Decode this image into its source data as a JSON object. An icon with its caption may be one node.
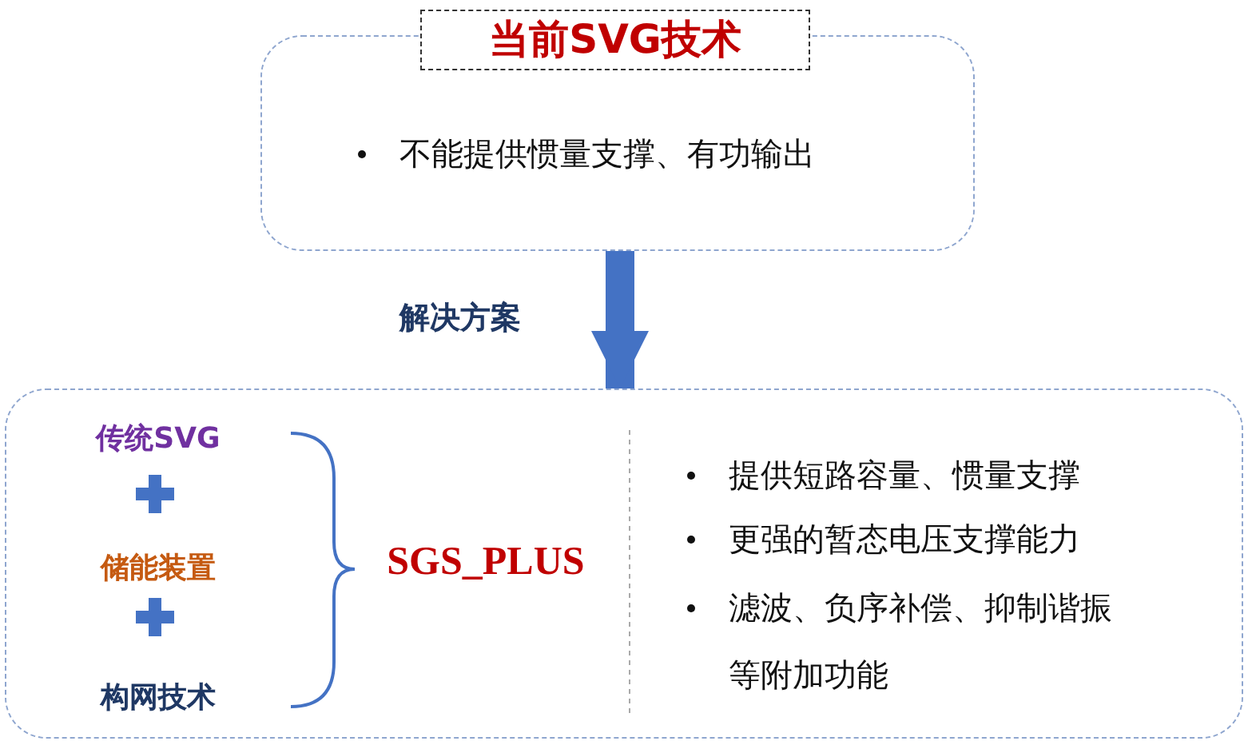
{
  "diagram": {
    "nodes": [
      {
        "text": [
          "当前SVG技术",
          "不能提供惯量支撑、有功输出"
        ]
      },
      {
        "text": [
          "提供短路容量、惯量支撑",
          "更强的暂态电压支撑能力",
          "滤波、负序补偿、抑制谐振等附加功能"
        ]
      },
      {
        "text": [
          "传统SVG"
        ],
        "in": 1
      },
      {
        "text": [
          "储能装置"
        ],
        "in": 1
      },
      {
        "text": [
          "构网技术"
        ],
        "in": 1
      },
      {
        "text": [
          "SGS_PLUS"
        ],
        "in": 1
      }
    ],
    "edges": [
      {
        "from": 0,
        "to": 1,
        "arrow": "to",
        "label": "解决方案"
      }
    ]
  }
}
